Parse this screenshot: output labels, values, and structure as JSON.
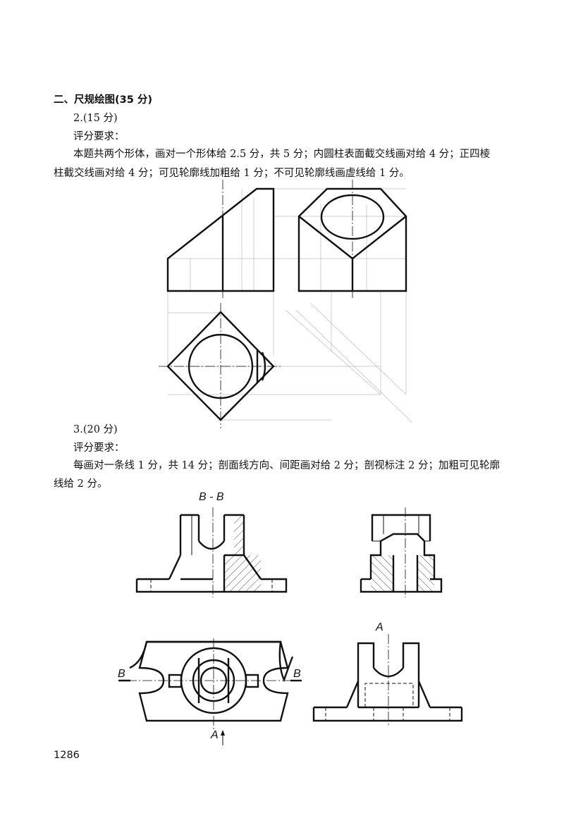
{
  "section_heading": "二、尺规绘图(35 分)",
  "q2": {
    "label": "2.(15 分)",
    "criteria_title": "评分要求：",
    "criteria_line1": "本题共两个形体，画对一个形体给 2.5 分，共 5 分；内圆柱表面截交线画对给 4 分；正四棱",
    "criteria_line2": "柱截交线画对给 4 分；可见轮廓线加粗给 1 分；不可见轮廓线画虚线给 1 分。"
  },
  "q3": {
    "label": "3.(20 分)",
    "criteria_title": "评分要求：",
    "criteria_line1": "每画对一条线 1 分，共 14 分；剖面线方向、间距画对给 2 分；剖视标注 2 分；加粗可见轮廓",
    "criteria_line2": "线给 2 分。"
  },
  "drawing_labels": {
    "section_bb": "B - B",
    "left_b": "B",
    "right_b": "B",
    "top_a": "A",
    "bottom_a": "A"
  },
  "page_number": "1286"
}
